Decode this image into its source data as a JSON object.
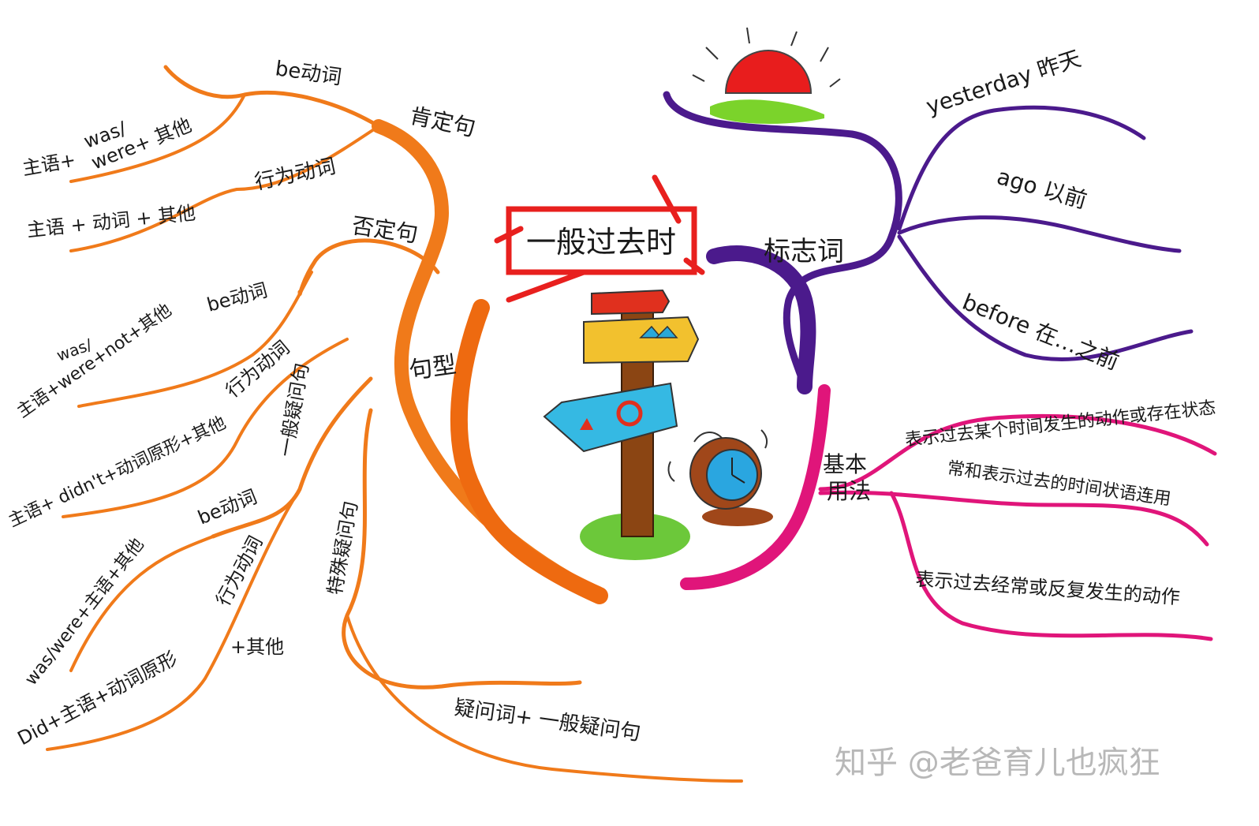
{
  "center": {
    "title": "一般过去时"
  },
  "colors": {
    "orange": "#f07a1a",
    "purple": "#4b1a8c",
    "magenta": "#e0157a",
    "sign_red": "#e8201e"
  },
  "left": {
    "root": "句型",
    "affirmative": {
      "label": "肯定句",
      "be_label": "be动词",
      "be_formula": "主语+ was/ were+ 其他",
      "be_formula_line1": "was/",
      "be_formula_line2": "主语+",
      "be_formula_line3": "were+ 其他",
      "verb_label": "行为动词",
      "verb_formula": "主语 + 动词 + 其他"
    },
    "negative": {
      "label": "否定句",
      "be_label": "be动词",
      "be_formula_top": "was/",
      "be_formula": "主语+were+not+其他",
      "verb_label": "行为动词",
      "verb_formula": "主语+ didn't+动词原形+其他"
    },
    "general_question": {
      "label": "一般疑问句",
      "be_label": "be动词",
      "be_formula": "was/were+主语+其他",
      "verb_label": "行为动词",
      "verb_formula": "Did+主语+动词原形",
      "verb_tail": "+其他"
    },
    "special_question": {
      "label": "特殊疑问句",
      "formula": "疑问词+ 一般疑问句"
    }
  },
  "right_top": {
    "root": "标志词",
    "items": [
      "yesterday 昨天",
      "ago 以前",
      "before 在…之前"
    ]
  },
  "right_bottom": {
    "root": "基本用法",
    "root_line1": "基本",
    "root_line2": "用法",
    "items": [
      "表示过去某个时间发生的动作或存在状态",
      "常和表示过去的时间状语连用",
      "表示过去经常或反复发生的动作"
    ]
  },
  "watermark": "知乎 @老爸育儿也疯狂"
}
